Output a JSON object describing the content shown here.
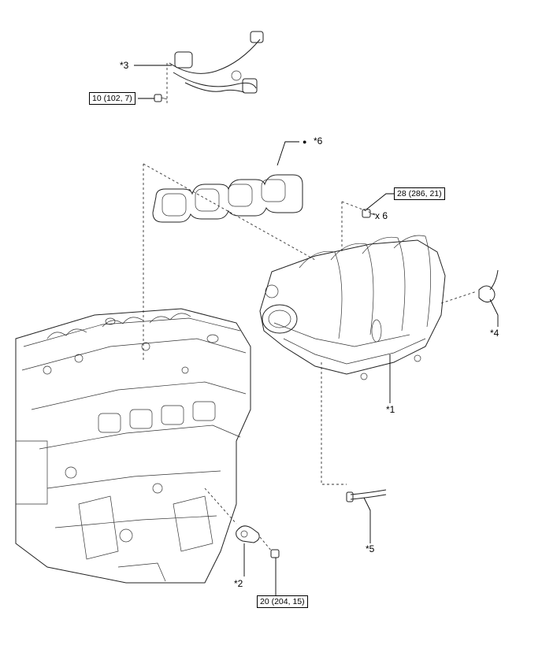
{
  "callouts": {
    "c1": "*1",
    "c2": "*2",
    "c3": "*3",
    "c4": "*4",
    "c5": "*5",
    "c6": "*6"
  },
  "torques": {
    "t_harness_bolt": "10 (102, 7)",
    "t_manifold_bolts": "28 (286, 21)",
    "t_sensor_bolt": "20 (204, 15)"
  },
  "quantity": "x 6",
  "non_reusable_mark": "●"
}
